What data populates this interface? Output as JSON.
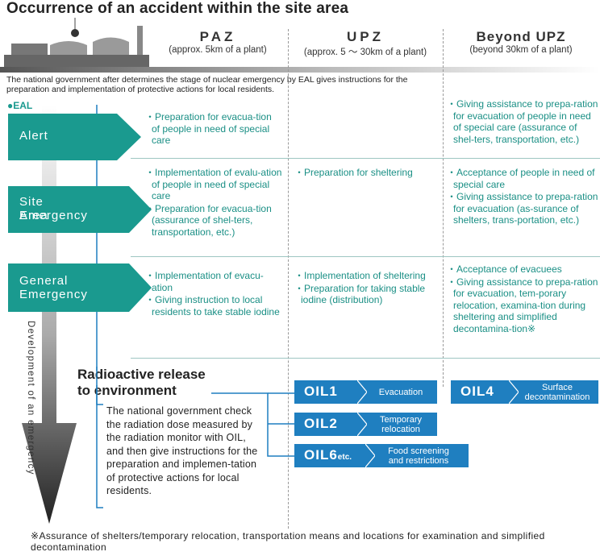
{
  "title": "Occurrence of an accident within the site area",
  "zones": [
    {
      "name": "PAZ",
      "sub": "(approx. 5km of a plant)"
    },
    {
      "name": "UPZ",
      "sub": "(approx. 5 〜 30km of a plant)"
    },
    {
      "name": "Beyond UPZ",
      "sub": "(beyond 30km of a plant)"
    }
  ],
  "intro": "The national government after determines the stage of nuclear emergency by EAL gives instructions for the preparation and implementation of protective actions for local residents.",
  "eal_label": "●EAL",
  "development_label": "Development of an emergency",
  "stages": [
    {
      "label_line1": "Alert",
      "label_line2": "",
      "paz": [
        "・Preparation for evacua-tion of people in need of special care"
      ],
      "upz": [],
      "beyond": [
        "・Giving assistance to prepa-ration for evacuation of people in need of special care (assurance of shel-ters, transportation, etc.)"
      ]
    },
    {
      "label_line1": "Site Area",
      "label_line2": "Emergency",
      "paz": [
        "・Implementation of evalu-ation of people in need of special care",
        "・Preparation for evacua-tion (assurance of shel-ters, transportation, etc.)"
      ],
      "upz": [
        "・Preparation for sheltering"
      ],
      "beyond": [
        "・Acceptance of people in need of special care",
        "・Giving assistance to prepa-ration for evacuation (as-surance of shelters, trans-portation, etc.)"
      ]
    },
    {
      "label_line1": "General",
      "label_line2": "Emergency",
      "paz": [
        "・Implementation of evacu-ation",
        "・Giving instruction to local residents to take stable iodine"
      ],
      "upz": [
        "・Implementation of sheltering",
        "・Preparation for taking stable iodine (distribution)"
      ],
      "beyond": [
        "・Acceptance of evacuees",
        "・Giving assistance to prepa-ration for evacuation, tem-porary relocation, examina-tion during sheltering and simplified decontamina-tion※"
      ]
    }
  ],
  "release": {
    "title_line1": "Radioactive release",
    "title_line2": "to environment",
    "desc": "The national government check the radiation dose measured by the radiation monitor with OIL, and then give instructions for the preparation and implemen-tation of protective actions for local residents."
  },
  "oils": [
    {
      "code": "OIL1",
      "suffix": "",
      "action_line1": "Evacuation",
      "action_line2": ""
    },
    {
      "code": "OIL2",
      "suffix": "",
      "action_line1": "Temporary",
      "action_line2": "relocation"
    },
    {
      "code": "OIL6",
      "suffix": "etc.",
      "action_line1": "Food screening",
      "action_line2": "and restrictions"
    },
    {
      "code": "OIL4",
      "suffix": "",
      "action_line1": "Surface",
      "action_line2": "decontamination"
    }
  ],
  "footnote": "※Assurance of shelters/temporary relocation, transportation means and locations for examination and simplified decontamination",
  "colors": {
    "teal": "#1a9a8f",
    "teal_text": "#1a8f85",
    "oil_blue": "#1f7fc0"
  }
}
